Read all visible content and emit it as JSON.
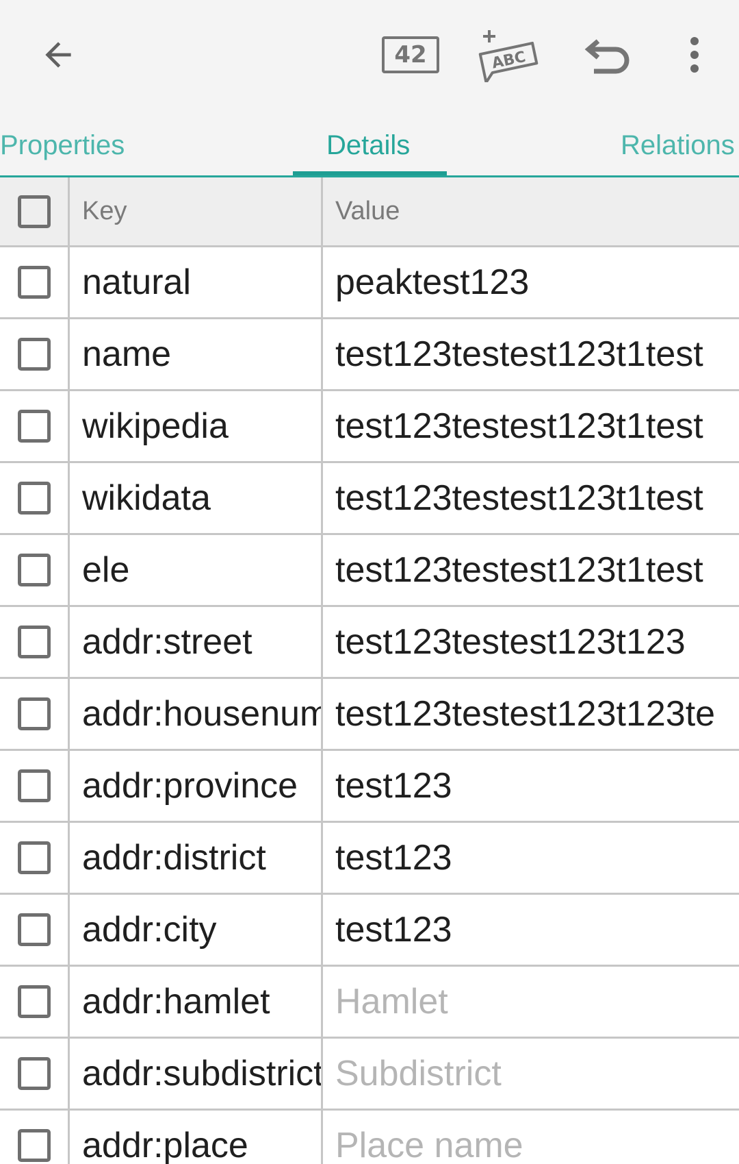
{
  "toolbar": {
    "back_icon": "arrow-left-icon",
    "count_badge": "42",
    "add_text_icon": "add-abc-icon",
    "add_text_label": "ABC",
    "undo_icon": "undo-icon",
    "menu_icon": "more-vertical-icon"
  },
  "tabs": [
    {
      "label": "Properties",
      "active": false
    },
    {
      "label": "Details",
      "active": true
    },
    {
      "label": "Relations",
      "active": false
    }
  ],
  "table": {
    "headers": {
      "key": "Key",
      "value": "Value"
    },
    "rows": [
      {
        "key": "natural",
        "value": "peaktest123",
        "placeholder": false
      },
      {
        "key": "name",
        "value": "test123testest123t1test",
        "placeholder": false
      },
      {
        "key": "wikipedia",
        "value": "test123testest123t1test",
        "placeholder": false
      },
      {
        "key": "wikidata",
        "value": "test123testest123t1test",
        "placeholder": false
      },
      {
        "key": "ele",
        "value": "test123testest123t1test",
        "placeholder": false
      },
      {
        "key": "addr:street",
        "value": "test123testest123t123",
        "placeholder": false
      },
      {
        "key": "addr:housenumber",
        "value": "test123testest123t123te",
        "placeholder": false
      },
      {
        "key": "addr:province",
        "value": "test123",
        "placeholder": false
      },
      {
        "key": "addr:district",
        "value": "test123",
        "placeholder": false
      },
      {
        "key": "addr:city",
        "value": "test123",
        "placeholder": false
      },
      {
        "key": "addr:hamlet",
        "value": "Hamlet",
        "placeholder": true
      },
      {
        "key": "addr:subdistrict",
        "value": "Subdistrict",
        "placeholder": true
      },
      {
        "key": "addr:place",
        "value": "Place name",
        "placeholder": true
      }
    ]
  },
  "colors": {
    "accent": "#26a69a",
    "toolbar_bg": "#f4f4f4",
    "icon": "#757575",
    "placeholder_text": "#b5b5b5"
  }
}
